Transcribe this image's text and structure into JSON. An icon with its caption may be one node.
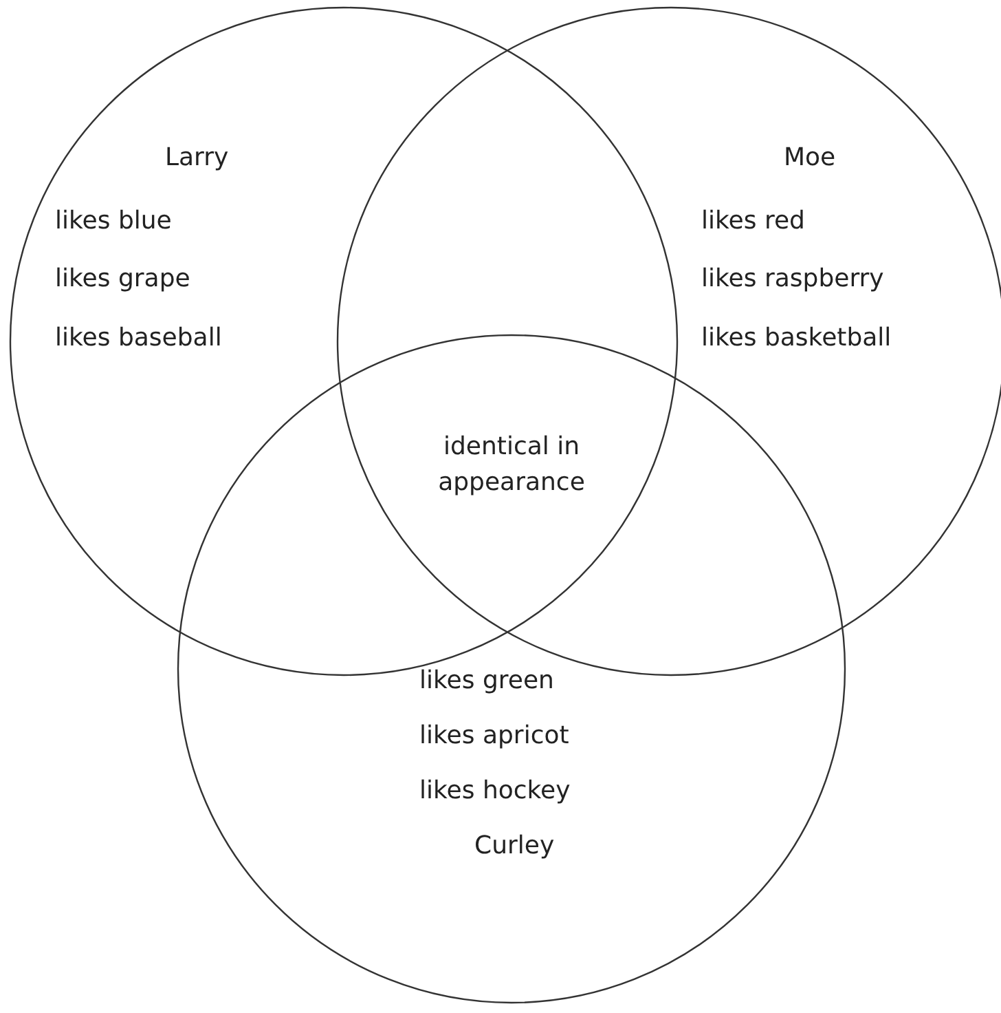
{
  "diagram": {
    "nodes": [
      {
        "text": [
          "Larry",
          "likes blue",
          "likes grape",
          "likes baseball"
        ]
      },
      {
        "text": [
          "Moe",
          "likes red",
          "likes raspberry",
          "likes basketball"
        ]
      },
      {
        "text": [
          "likes green",
          "likes apricot",
          "likes hockey",
          "Curley"
        ]
      }
    ],
    "labels": [
      "identical in appearance"
    ]
  }
}
